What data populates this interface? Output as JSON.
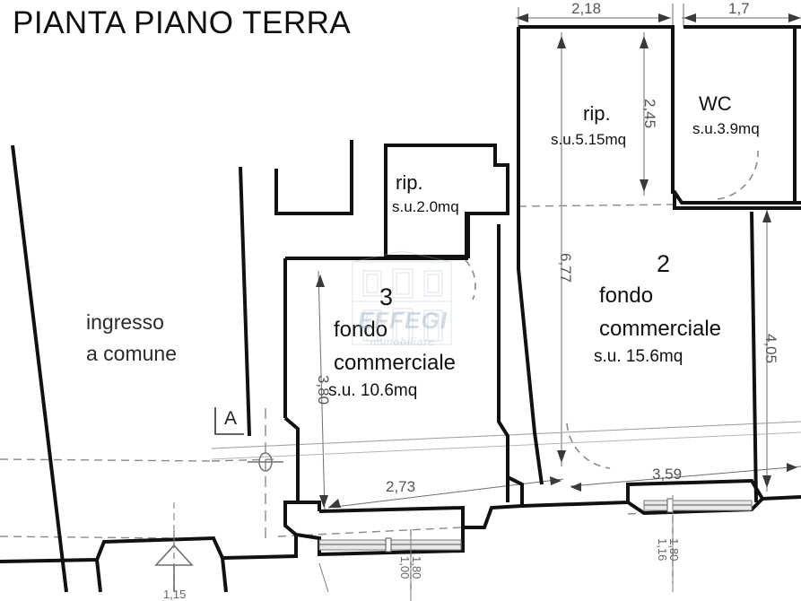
{
  "document": {
    "title": "PIANTA PIANO TERRA",
    "type": "architectural-floor-plan",
    "language": "it"
  },
  "rooms": [
    {
      "id": "ingresso",
      "number": "",
      "name_line1": "ingresso",
      "name_line2": "a comune",
      "area": ""
    },
    {
      "id": "room3",
      "number": "3",
      "name_line1": "fondo",
      "name_line2": "commerciale",
      "area": "s.u. 10.6mq"
    },
    {
      "id": "room2",
      "number": "2",
      "name_line1": "fondo",
      "name_line2": "commerciale",
      "area": "s.u. 15.6mq"
    },
    {
      "id": "rip-small",
      "number": "",
      "name_line1": "rip.",
      "name_line2": "",
      "area": "s.u.2.0mq"
    },
    {
      "id": "rip-large",
      "number": "",
      "name_line1": "rip.",
      "name_line2": "",
      "area": "s.u.5.15mq"
    },
    {
      "id": "wc",
      "number": "",
      "name_line1": "WC",
      "name_line2": "",
      "area": "s.u.3.9mq"
    }
  ],
  "dimensions": {
    "top_left": "2,18",
    "top_right": "1,7",
    "rip_large_height": "2,45",
    "right_tall": "6,77",
    "right_outer": "4,05",
    "room3_left": "3,80",
    "bottom_left": "2,73",
    "bottom_right": "3,59",
    "opening_1_w": "1,00",
    "opening_1_h": "1,80",
    "opening_2_w": "1,16",
    "opening_2_h": "1,80",
    "bottom_corner": "1,15"
  },
  "markers": {
    "section_label": "A"
  },
  "watermark": {
    "brand": "EFFEGI",
    "tagline": "immobiliare",
    "icon": "building-facade-icon"
  },
  "colors": {
    "wall": "#111111",
    "thin_line": "#333333",
    "dimension": "#555555",
    "dashed": "#8a8a8a",
    "watermark": "#8fa8bd",
    "background": "#ffffff"
  }
}
